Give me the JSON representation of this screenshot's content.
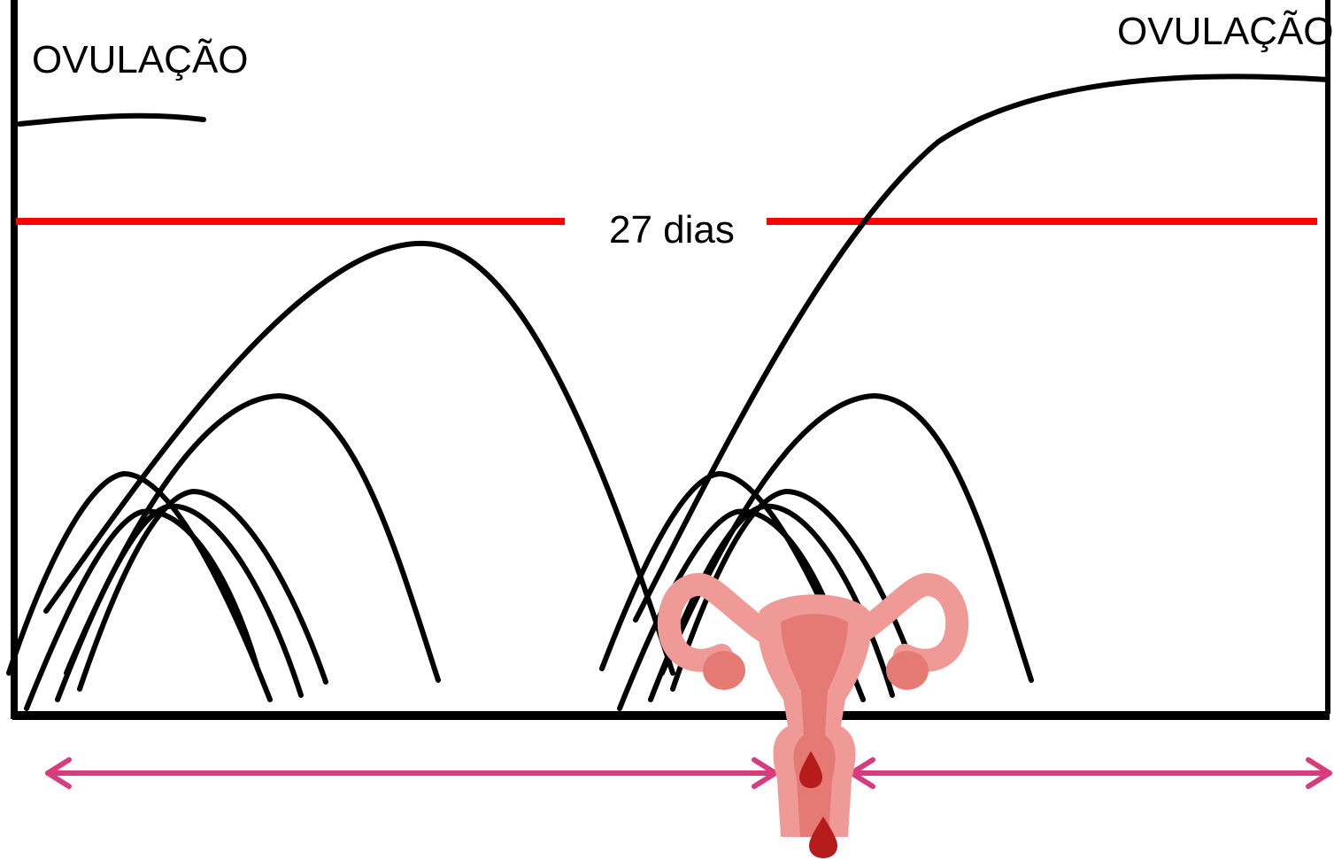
{
  "labels": {
    "ovulation_left": "OVULAÇÃO",
    "ovulation_right": "OVULAÇÃO",
    "cycle_length": "27 dias"
  },
  "colors": {
    "threshold_line": "#ff0000",
    "cycle_arrows": "#d63c7e",
    "curves": "#000000",
    "axes": "#000000",
    "uterus_body": "#ef9a96",
    "uterus_inner": "#e57a74",
    "blood_drop": "#b71c1c"
  },
  "icons": {
    "uterus": "uterus-icon"
  }
}
